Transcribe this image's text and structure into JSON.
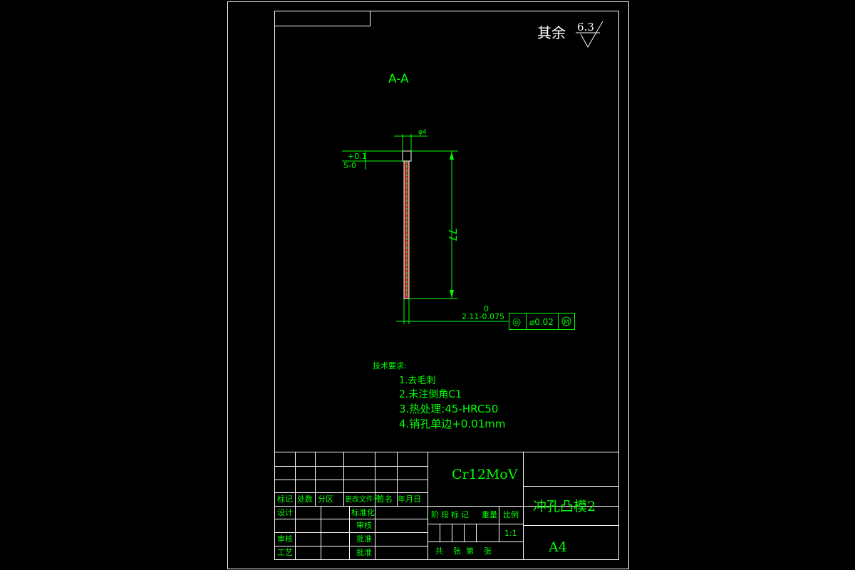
{
  "surface_finish": {
    "label": "其余",
    "value": "6.3"
  },
  "section_label": "A-A",
  "dimensions": {
    "diameter": "φ4",
    "head_tol_upper": "+0.1",
    "head_dim": "5-0",
    "length": "77",
    "shaft_tol_upper": "0",
    "shaft_dim": "2.11-0.075"
  },
  "tolerance_frame": {
    "symbol": "◎",
    "value": "⌀0.02",
    "modifier": "M"
  },
  "tech_requirements": {
    "title": "技术要求:",
    "items": [
      "1.去毛刺",
      "2.未注倒角C1",
      "3.热处理:45-HRC50",
      "4.销孔单边+0.01mm"
    ]
  },
  "title_block": {
    "material": "Cr12MoV",
    "part_name": "冲孔凸模2",
    "sheet_size": "A4",
    "scale": "1:1",
    "labels": {
      "mark": "标记",
      "count": "处数",
      "zone": "分区",
      "change_doc": "更改文件号",
      "sign": "签名",
      "date": "年月日",
      "design": "设计",
      "standardize": "标准化",
      "review_check": "审核",
      "process": "工艺",
      "check": "审核",
      "approve": "批准",
      "stage_mark": "阶段标记",
      "weight": "重量",
      "scale_label": "比例",
      "sheets": "共    张  第    张"
    }
  }
}
